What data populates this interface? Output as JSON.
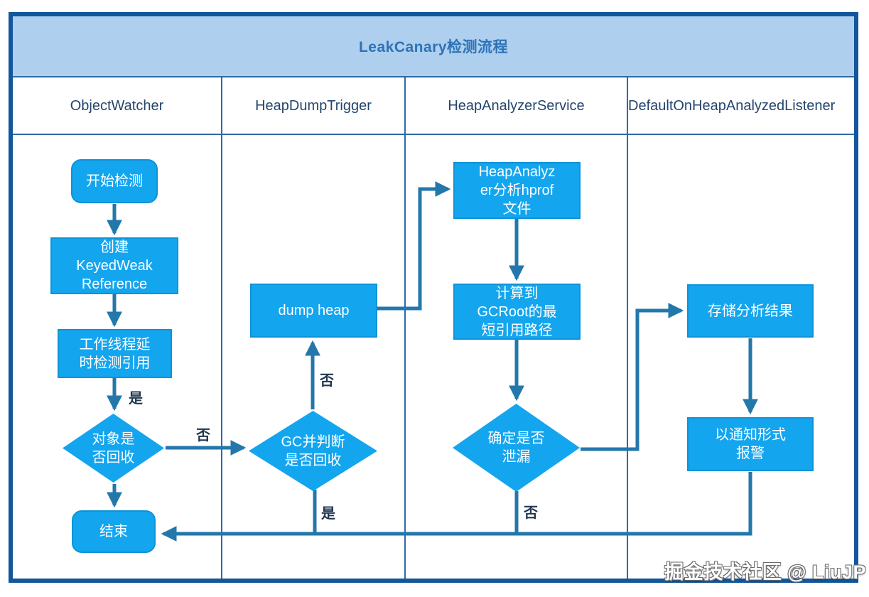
{
  "title": "LeakCanary检测流程",
  "lanes": [
    {
      "label": "ObjectWatcher"
    },
    {
      "label": "HeapDumpTrigger"
    },
    {
      "label": "HeapAnalyzerService"
    },
    {
      "label": "DefaultOnHeapAnalyzedListener"
    }
  ],
  "nodes": {
    "start": "开始检测",
    "create_keyed_weak_reference": "创建\nKeyedWeak\nReference",
    "worker_delay_check": "工作线程延\n时检测引用",
    "object_recycled_decision": "对象是\n否回收",
    "end": "结束",
    "dump_heap": "dump heap",
    "gc_check_decision": "GC并判断\n是否回收",
    "heap_analyzer_parse": "HeapAnalyz\ner分析hprof\n文件",
    "calc_gcroot_shortest_path": "计算到\nGCRoot的最\n短引用路径",
    "leak_confirm_decision": "确定是否\n泄漏",
    "store_result": "存储分析结果",
    "notify_alarm": "以通知形式\n报警"
  },
  "edge_labels": {
    "worker_yes": "是",
    "object_no": "否",
    "gc_no": "否",
    "gc_yes": "是",
    "leak_no": "否"
  },
  "watermark": "掘金技术社区 @ LiuJP",
  "colors": {
    "node_fill": "#14a5ef",
    "node_border": "#0d93d8",
    "line_color": "#2377ab",
    "frame_border": "#12569b",
    "title_bg": "#aecfed",
    "title_text": "#2e72b8",
    "header_text": "#24456e",
    "label_text": "#203750",
    "lane_border": "#2b6ba8"
  }
}
